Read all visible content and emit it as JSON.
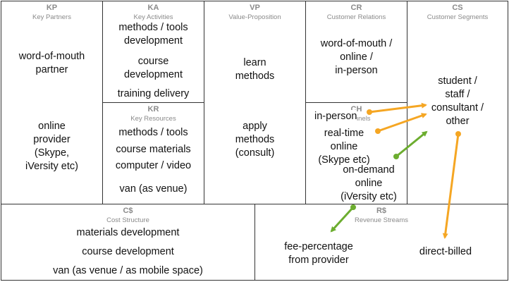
{
  "kp": {
    "code": "KP",
    "title": "Key Partners",
    "partner_a": [
      "word-of-mouth",
      "partner"
    ],
    "partner_b": [
      "online",
      "provider",
      "(Skype,",
      "iVersity etc)"
    ]
  },
  "ka": {
    "code": "KA",
    "title": "Key Activities",
    "items": [
      [
        "methods / tools",
        "development"
      ],
      [
        "course",
        "development"
      ],
      [
        "training delivery"
      ]
    ]
  },
  "kr": {
    "code": "KR",
    "title": "Key Resources",
    "items": [
      "methods / tools",
      "course materials",
      "computer / video",
      "van (as venue)"
    ]
  },
  "vp": {
    "code": "VP",
    "title": "Value-Proposition",
    "items": [
      [
        "learn",
        "methods"
      ],
      [
        "apply",
        "methods",
        "(consult)"
      ]
    ]
  },
  "cr": {
    "code": "CR",
    "title": "Customer Relations",
    "items": [
      "word-of-mouth /",
      "online /",
      "in-person"
    ]
  },
  "ch": {
    "code": "CH",
    "title": "Channels",
    "in_person": "in-person",
    "realtime": [
      "real-time",
      "online",
      "(Skype etc)"
    ],
    "ondemand": [
      "on-demand",
      "online",
      "(iVersity etc)"
    ]
  },
  "cs": {
    "code": "CS",
    "title": "Customer Segments",
    "items": [
      "student /",
      "staff /",
      "consultant /",
      "other"
    ]
  },
  "cost": {
    "code": "C$",
    "title": "Cost Structure",
    "items": [
      "materials development",
      "course development",
      "van (as venue / as mobile space)"
    ]
  },
  "rev": {
    "code": "R$",
    "title": "Revenue Streams",
    "fee": [
      "fee-percentage",
      "from provider"
    ],
    "direct": "direct-billed"
  },
  "colors": {
    "orange_arrow": "#f5a623",
    "green_arrow": "#6cad2f",
    "border": "#333333",
    "heading": "#8a8a8a"
  }
}
